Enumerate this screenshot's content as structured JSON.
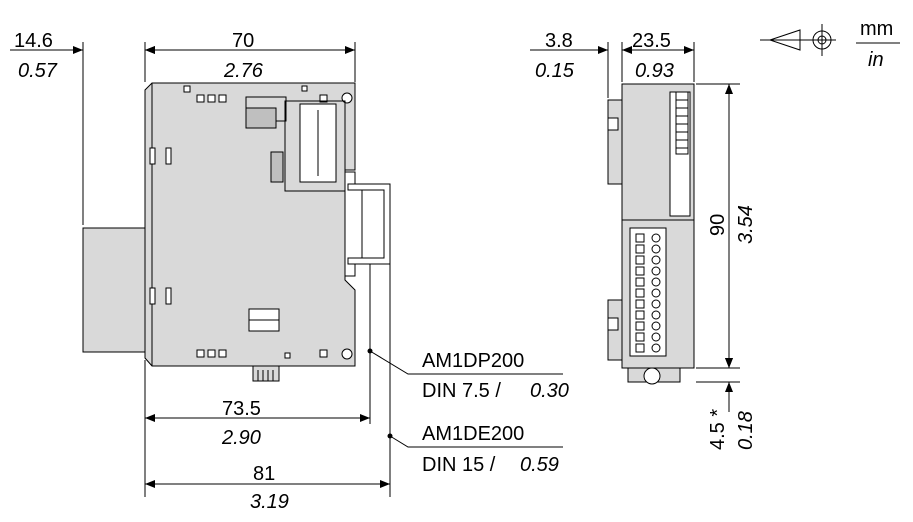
{
  "units": {
    "primary": "mm",
    "secondary": "in"
  },
  "side_view": {
    "dim_left_offset": {
      "mm": "14.6",
      "in": "0.57"
    },
    "dim_width": {
      "mm": "70",
      "in": "2.76"
    },
    "dim_width_dp": {
      "mm": "73.5",
      "in": "2.90"
    },
    "dim_width_de": {
      "mm": "81",
      "in": "3.19"
    }
  },
  "callouts": {
    "dp": {
      "name": "AM1DP200",
      "din_label": "DIN 7.5 /",
      "din_in": "0.30"
    },
    "de": {
      "name": "AM1DE200",
      "din_label": "DIN 15 /",
      "din_in": "0.59"
    }
  },
  "front_view": {
    "dim_offset": {
      "mm": "3.8",
      "in": "0.15"
    },
    "dim_width": {
      "mm": "23.5",
      "in": "0.93"
    },
    "dim_height": {
      "mm": "90",
      "in": "3.54"
    },
    "dim_bottom": {
      "mm": "4.5 *",
      "in": "0.18"
    }
  },
  "colors": {
    "housing": "#d9d9d9",
    "line": "#000000"
  }
}
